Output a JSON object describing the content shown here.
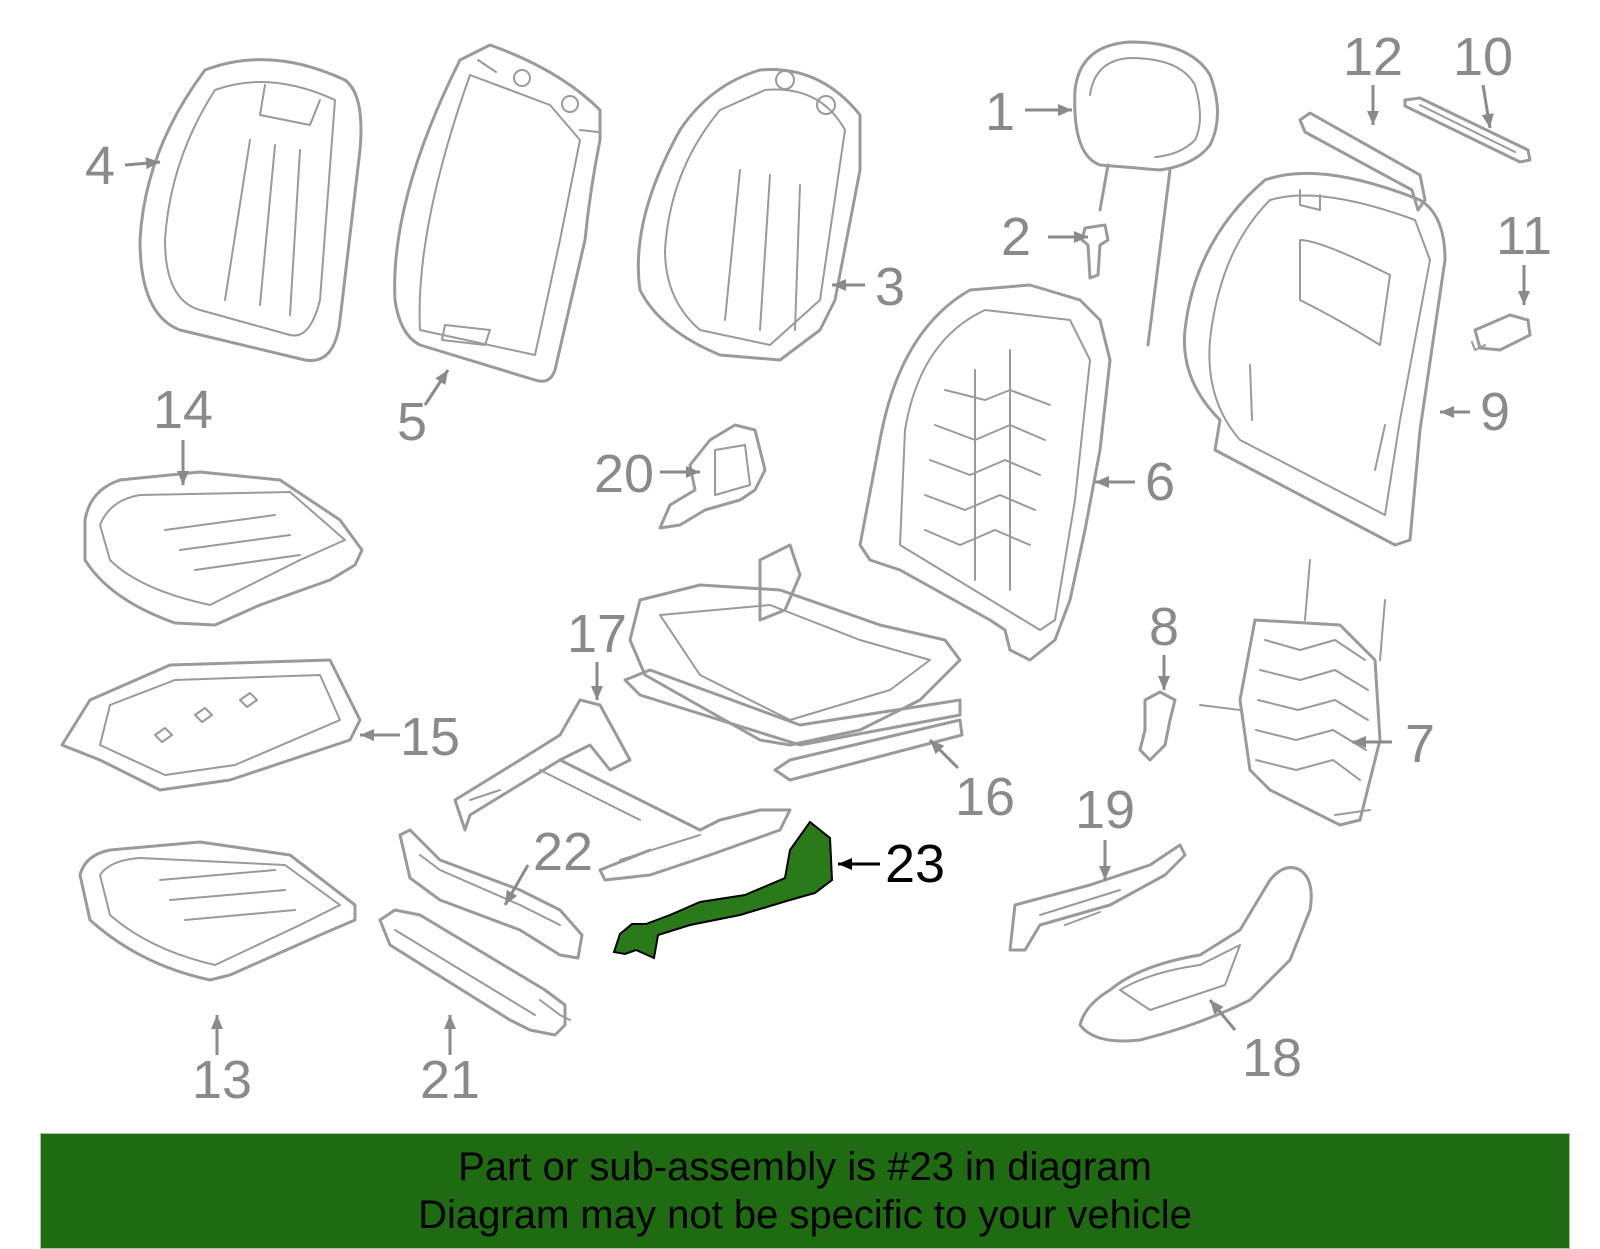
{
  "diagram": {
    "highlight_color": "#2a7a1a",
    "banner_color": "#1e6b12",
    "callouts": [
      {
        "id": "1",
        "label": "1"
      },
      {
        "id": "2",
        "label": "2"
      },
      {
        "id": "3",
        "label": "3"
      },
      {
        "id": "4",
        "label": "4"
      },
      {
        "id": "5",
        "label": "5"
      },
      {
        "id": "6",
        "label": "6"
      },
      {
        "id": "7",
        "label": "7"
      },
      {
        "id": "8",
        "label": "8"
      },
      {
        "id": "9",
        "label": "9"
      },
      {
        "id": "10",
        "label": "10"
      },
      {
        "id": "11",
        "label": "11"
      },
      {
        "id": "12",
        "label": "12"
      },
      {
        "id": "13",
        "label": "13"
      },
      {
        "id": "14",
        "label": "14"
      },
      {
        "id": "15",
        "label": "15"
      },
      {
        "id": "16",
        "label": "16"
      },
      {
        "id": "17",
        "label": "17"
      },
      {
        "id": "18",
        "label": "18"
      },
      {
        "id": "19",
        "label": "19"
      },
      {
        "id": "20",
        "label": "20"
      },
      {
        "id": "21",
        "label": "21"
      },
      {
        "id": "22",
        "label": "22"
      },
      {
        "id": "23",
        "label": "23",
        "highlighted": true
      }
    ]
  },
  "banner": {
    "line1": "Part or sub-assembly is #23 in diagram",
    "line2": "Diagram may not be specific to your vehicle"
  }
}
